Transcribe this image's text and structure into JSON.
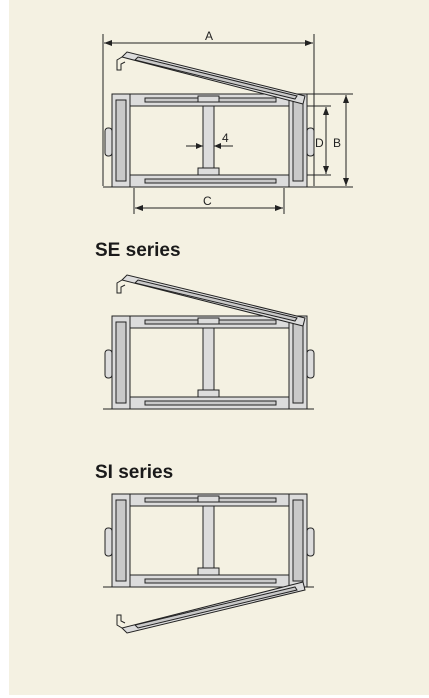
{
  "dimensions": {
    "a": "A",
    "b": "B",
    "c": "C",
    "d": "D",
    "spacing": "4"
  },
  "series": [
    {
      "title": "SE series"
    },
    {
      "title": "SI series"
    }
  ]
}
